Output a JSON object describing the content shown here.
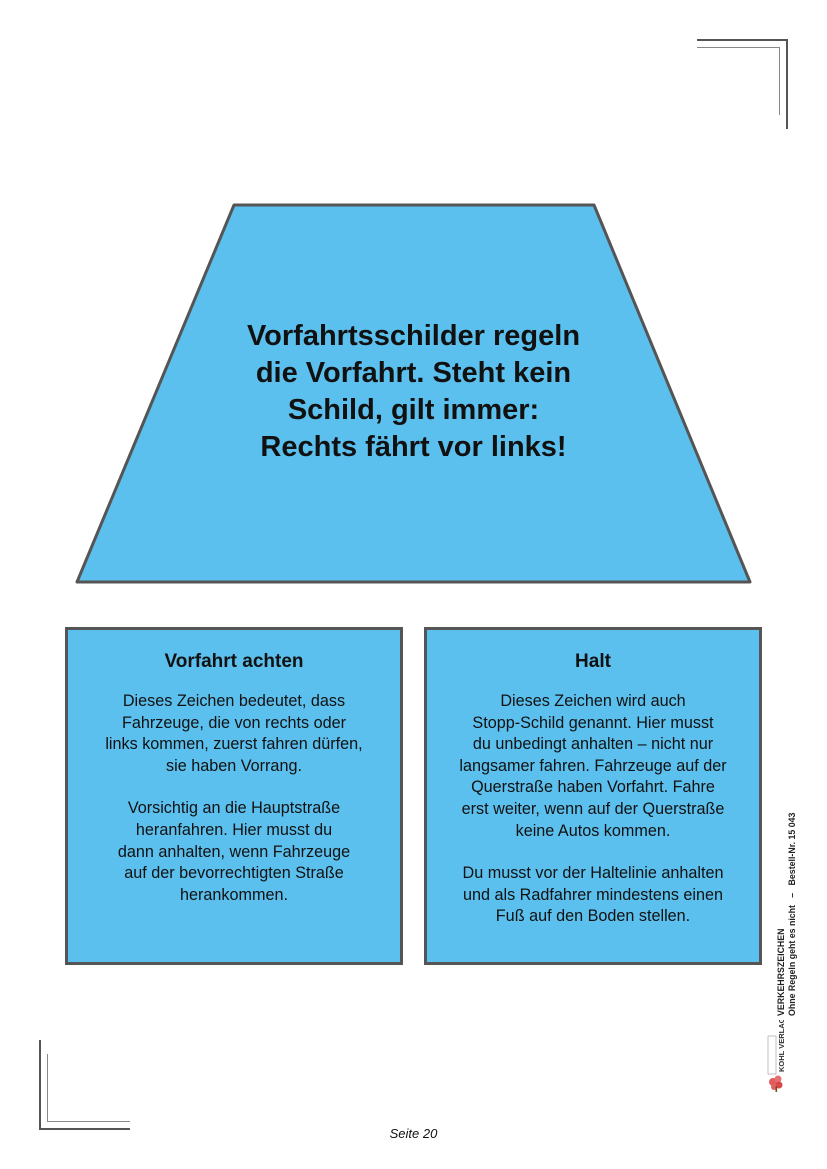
{
  "headline": {
    "lines": [
      "Vorfahrtsschilder regeln",
      "die Vorfahrt. Steht kein",
      "Schild, gilt immer:",
      "Rechts fährt vor links!"
    ]
  },
  "cards": [
    {
      "title": "Vorfahrt achten",
      "paragraphs": [
        [
          "Dieses Zeichen bedeutet, dass",
          "Fahrzeuge, die von rechts oder",
          "links kommen, zuerst fahren dürfen,",
          "sie haben Vorrang."
        ],
        [
          "Vorsichtig an die Hauptstraße",
          "heranfahren. Hier musst du",
          "dann anhalten, wenn Fahrzeuge",
          "auf der bevorrechtigten Straße",
          "herankommen."
        ]
      ]
    },
    {
      "title": "Halt",
      "paragraphs": [
        [
          "Dieses Zeichen wird auch",
          "Stopp-Schild genannt. Hier musst",
          "du unbedingt anhalten – nicht nur",
          "langsamer fahren. Fahrzeuge auf der",
          "Querstraße haben Vorfahrt. Fahre",
          "erst weiter, wenn auf der Querstraße",
          "keine Autos kommen."
        ],
        [
          "Du musst vor der Haltelinie anhalten",
          "und als Radfahrer mindestens einen",
          "Fuß auf den Boden stellen."
        ]
      ]
    }
  ],
  "side": {
    "series": "VERKEHRSZEICHEN",
    "subtitle": "Ohne Regeln geht es nicht",
    "separator": "–",
    "order_no": "Bestell-Nr. 15 043",
    "publisher": "KOHL VERLAG"
  },
  "footer": {
    "page": "Seite 20"
  },
  "colors": {
    "panel": "#5bc0ee",
    "border": "#555555"
  }
}
